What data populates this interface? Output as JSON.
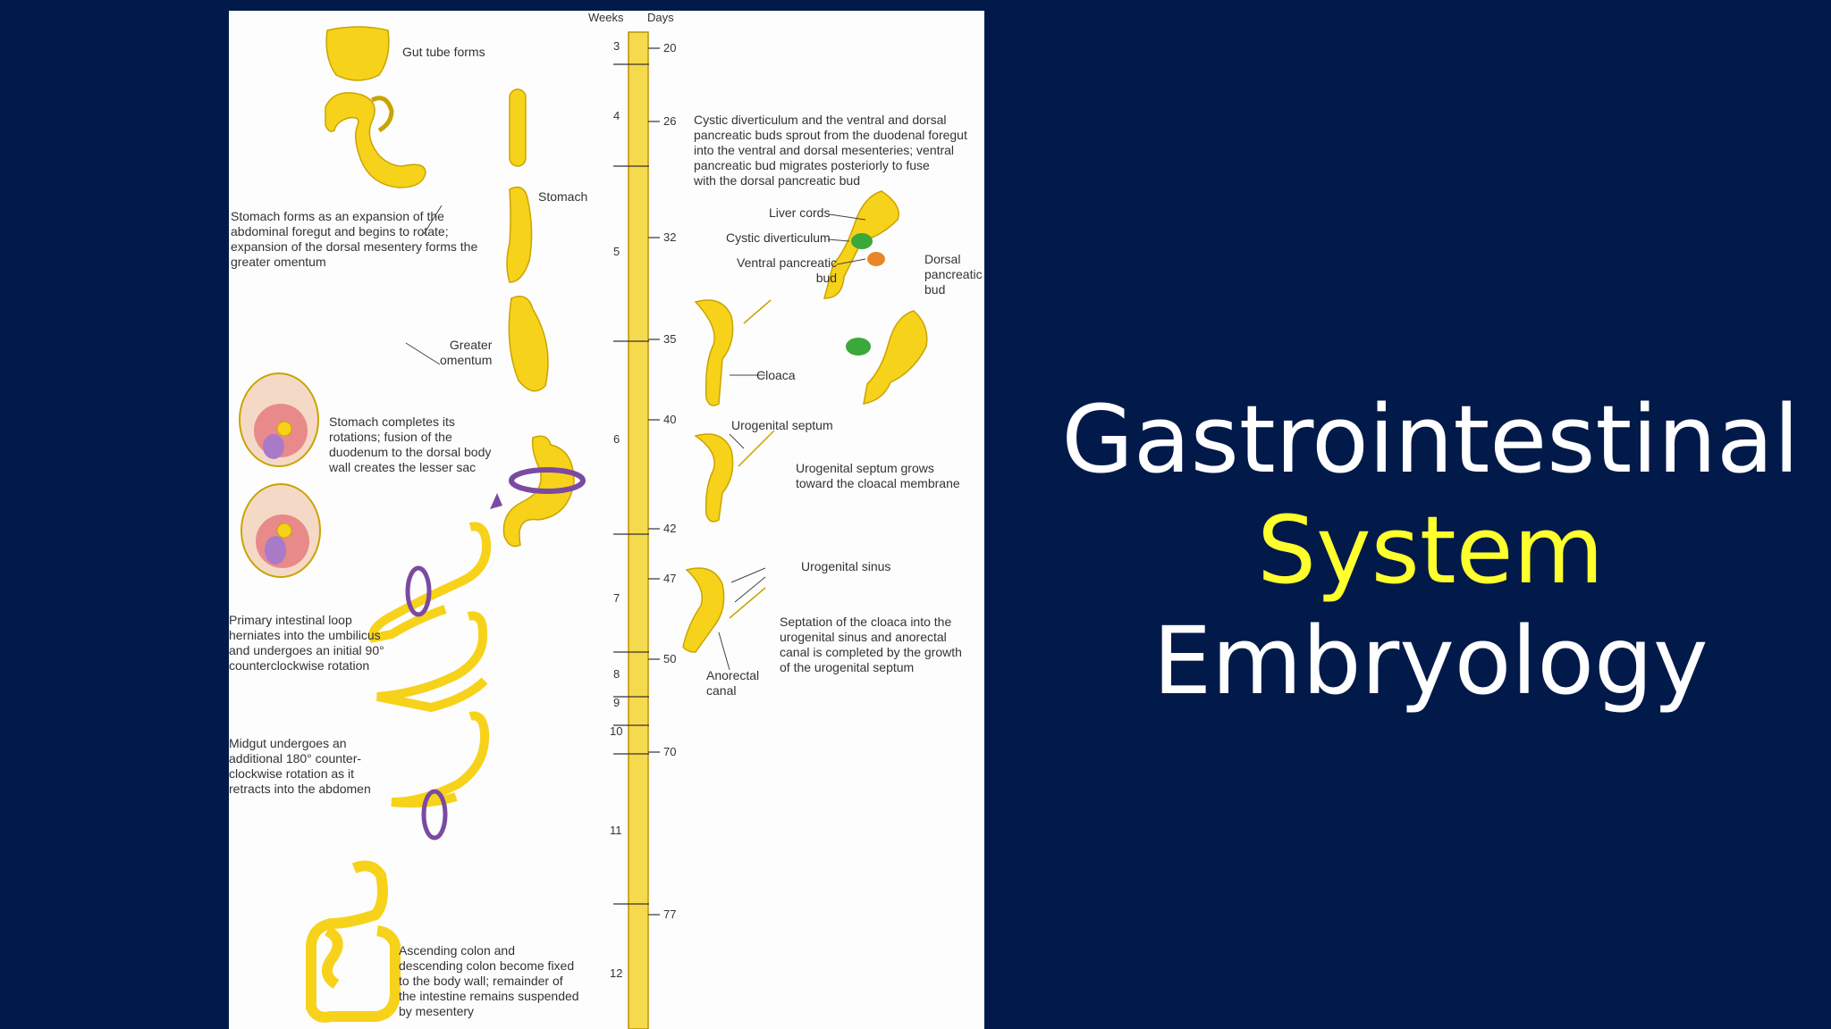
{
  "slide": {
    "title_lines": [
      {
        "text": "Gastrointestinal",
        "color": "#ffffff"
      },
      {
        "text": "System",
        "color": "#ffff2e"
      },
      {
        "text": "Embryology",
        "color": "#ffffff"
      }
    ],
    "background_color": "#021a4a"
  },
  "figure": {
    "timeline": {
      "weeks_header": "Weeks",
      "days_header": "Days",
      "weeks": [
        "3",
        "4",
        "5",
        "6",
        "7",
        "8",
        "9",
        "10",
        "11",
        "12"
      ],
      "days": [
        "20",
        "26",
        "32",
        "35",
        "40",
        "42",
        "47",
        "50",
        "70",
        "77"
      ]
    },
    "labels": {
      "gut_tube": "Gut tube forms",
      "stomach": "Stomach",
      "stomach_forms": "Stomach forms as an expansion of the\nabdominal foregut and begins to rotate;\nexpansion of the dorsal mesentery forms the\ngreater omentum",
      "greater_omentum": "Greater\nomentum",
      "stomach_completes": "Stomach completes its\nrotations; fusion of the\nduodenum to the dorsal body\nwall creates the lesser sac",
      "primary_loop": "Primary intestinal loop\nherniates into the umbilicus\nand undergoes an initial 90°\ncounterclockwise rotation",
      "midgut": "Midgut undergoes an\nadditional 180° counter-\nclockwise rotation as it\nretracts into the abdomen",
      "ascending_colon": "Ascending colon and\ndescending colon become fixed\nto the body wall; remainder of\nthe intestine remains suspended\nby mesentery",
      "cystic_diverticulum_text": "Cystic diverticulum and the ventral and dorsal\npancreatic buds sprout from the duodenal foregut\ninto the ventral and dorsal mesenteries; ventral\npancreatic bud migrates posteriorly to fuse\nwith the dorsal pancreatic bud",
      "liver_cords": "Liver cords",
      "cystic_diverticulum": "Cystic diverticulum",
      "ventral_pancreatic_bud": "Ventral pancreatic\nbud",
      "dorsal_pancreatic_bud": "Dorsal\npancreatic\nbud",
      "cloaca": "Cloaca",
      "urogenital_septum": "Urogenital septum",
      "urogenital_septum_grows": "Urogenital septum grows\ntoward the cloacal membrane",
      "urogenital_sinus": "Urogenital sinus",
      "septation": "Septation of the cloaca into the\nurogenital sinus and anorectal\ncanal is completed by the growth\nof the urogenital septum",
      "anorectal_canal": "Anorectal\ncanal"
    },
    "colors": {
      "organ": "#f7d21a",
      "organ_outline": "#c9a400",
      "timeline_fill": "#f6da4e",
      "green_bud": "#3aa83a",
      "orange_bud": "#e8872a",
      "purple_arrow": "#7b4aa0",
      "pink_tissue": "#e88a8a"
    }
  }
}
